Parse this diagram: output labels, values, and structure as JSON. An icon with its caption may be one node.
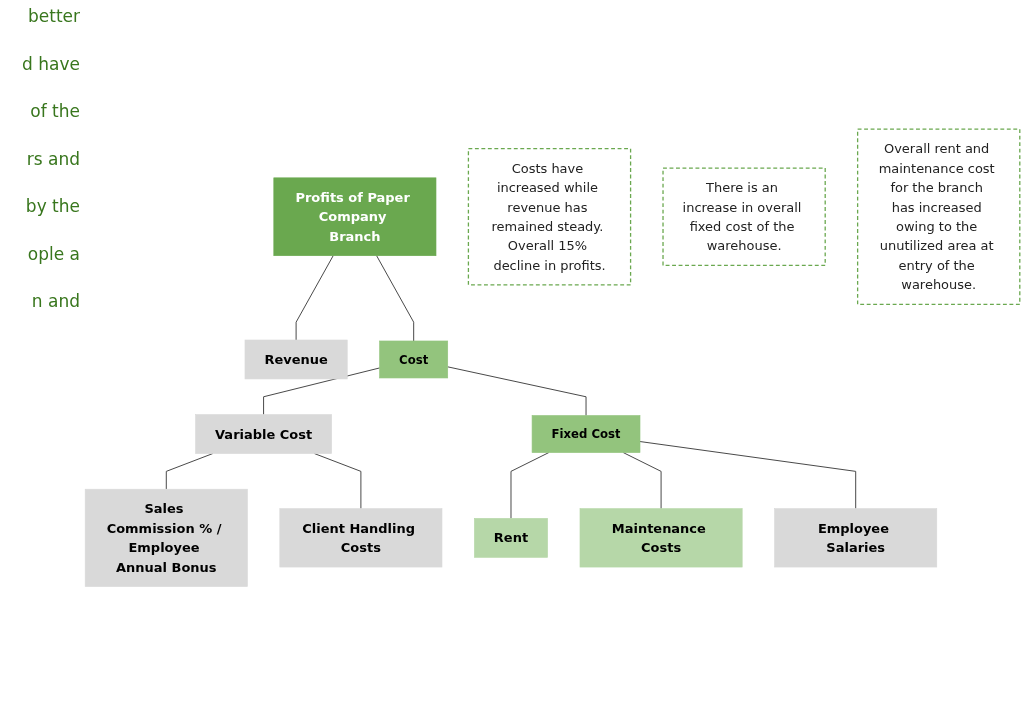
{
  "diagram": {
    "nodes": [
      {
        "text": [
          "Profits of Paper Company Branch"
        ]
      },
      {
        "text": [
          "Revenue"
        ]
      },
      {
        "text": [
          "Cost"
        ]
      },
      {
        "text": [
          "Variable Cost"
        ]
      },
      {
        "text": [
          "Fixed Cost"
        ]
      },
      {
        "text": [
          "Sales Commission % / Employee Annual Bonus"
        ]
      },
      {
        "text": [
          "Client Handling Costs"
        ]
      },
      {
        "text": [
          "Rent"
        ]
      },
      {
        "text": [
          "Maintenance Costs"
        ]
      },
      {
        "text": [
          "Employee Salaries"
        ]
      },
      {
        "text": [
          "Costs have increased while revenue has remained steady. Overall 15% decline in profits."
        ]
      },
      {
        "text": [
          "There is an increase in overall fixed cost of the warehouse."
        ]
      },
      {
        "text": [
          "Overall rent and maintenance cost for the branch has increased owing to the unutilized area at entry of the warehouse."
        ]
      }
    ],
    "edges": [
      {
        "from": 0,
        "to": 1,
        "arrow": "none"
      },
      {
        "from": 0,
        "to": 2,
        "arrow": "none"
      },
      {
        "from": 2,
        "to": 3,
        "arrow": "none"
      },
      {
        "from": 2,
        "to": 4,
        "arrow": "none"
      },
      {
        "from": 3,
        "to": 5,
        "arrow": "none"
      },
      {
        "from": 3,
        "to": 6,
        "arrow": "none"
      },
      {
        "from": 4,
        "to": 7,
        "arrow": "none"
      },
      {
        "from": 4,
        "to": 8,
        "arrow": "none"
      },
      {
        "from": 4,
        "to": 9,
        "arrow": "none"
      }
    ],
    "labels": [
      "better",
      "d have",
      "of the",
      "rs and",
      "by the",
      "ople a",
      "n and"
    ]
  }
}
